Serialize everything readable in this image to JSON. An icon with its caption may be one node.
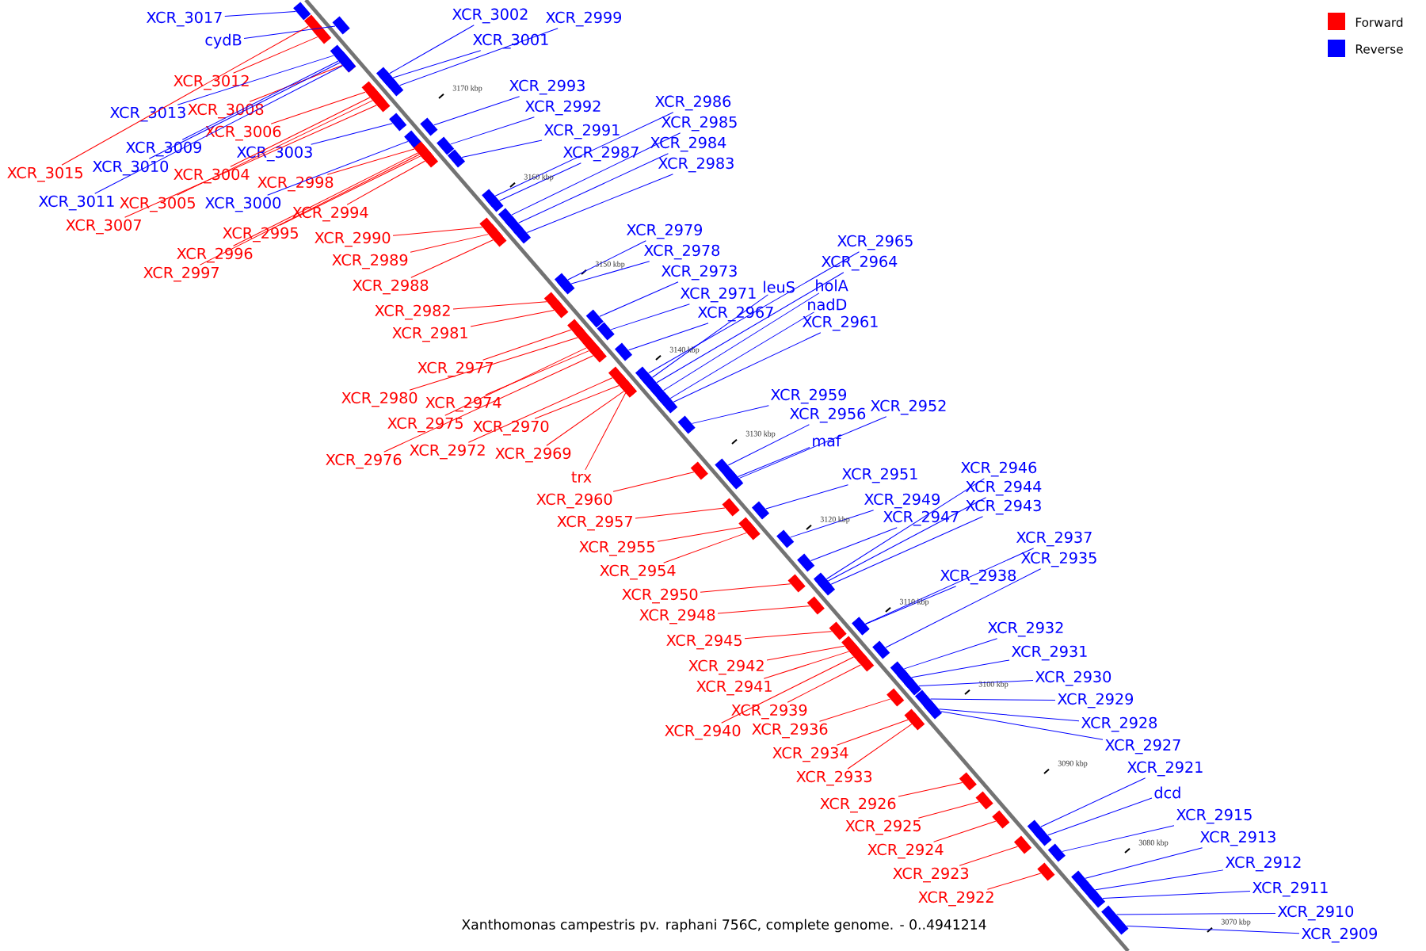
{
  "diagram": {
    "caption": "Xanthomonas campestris pv. raphani 756C, complete genome. - 0..4941214",
    "nodes": [
      {
        "text": [
          "XCR_3002"
        ]
      },
      {
        "text": [
          "XCR_2999"
        ]
      },
      {
        "text": [
          "XCR_3017"
        ]
      },
      {
        "text": [
          "cydB"
        ]
      },
      {
        "text": [
          "XCR_3001"
        ]
      },
      {
        "text": [
          "XCR_3012"
        ]
      },
      {
        "text": [
          "XCR_2993"
        ]
      },
      {
        "text": [
          "XCR_2986"
        ]
      },
      {
        "text": [
          "XCR_2992"
        ]
      },
      {
        "text": [
          "XCR_3008"
        ]
      },
      {
        "text": [
          "XCR_3013"
        ]
      },
      {
        "text": [
          "XCR_2985"
        ]
      },
      {
        "text": [
          "XCR_2991"
        ]
      },
      {
        "text": [
          "XCR_3006"
        ]
      },
      {
        "text": [
          "XCR_2984"
        ]
      },
      {
        "text": [
          "XCR_3009"
        ]
      },
      {
        "text": [
          "XCR_3003"
        ]
      },
      {
        "text": [
          "XCR_2987"
        ]
      },
      {
        "text": [
          "XCR_2983"
        ]
      },
      {
        "text": [
          "XCR_3010"
        ]
      },
      {
        "text": [
          "XCR_3015"
        ]
      },
      {
        "text": [
          "XCR_3004"
        ]
      },
      {
        "text": [
          "XCR_2998"
        ]
      },
      {
        "text": [
          "XCR_3011"
        ]
      },
      {
        "text": [
          "XCR_3005"
        ]
      },
      {
        "text": [
          "XCR_3000"
        ]
      },
      {
        "text": [
          "XCR_2994"
        ]
      },
      {
        "text": [
          "XCR_3007"
        ]
      },
      {
        "text": [
          "XCR_2979"
        ]
      },
      {
        "text": [
          "XCR_2995"
        ]
      },
      {
        "text": [
          "XCR_2990"
        ]
      },
      {
        "text": [
          "XCR_2965"
        ]
      },
      {
        "text": [
          "XCR_2978"
        ]
      },
      {
        "text": [
          "XCR_2996"
        ]
      },
      {
        "text": [
          "XCR_2989"
        ]
      },
      {
        "text": [
          "XCR_2964"
        ]
      },
      {
        "text": [
          "XCR_2973"
        ]
      },
      {
        "text": [
          "XCR_2997"
        ]
      },
      {
        "text": [
          "holA"
        ]
      },
      {
        "text": [
          "leuS"
        ]
      },
      {
        "text": [
          "XCR_2988"
        ]
      },
      {
        "text": [
          "XCR_2971"
        ]
      },
      {
        "text": [
          "nadD"
        ]
      },
      {
        "text": [
          "XCR_2982"
        ]
      },
      {
        "text": [
          "XCR_2967"
        ]
      },
      {
        "text": [
          "XCR_2961"
        ]
      },
      {
        "text": [
          "XCR_2981"
        ]
      },
      {
        "text": [
          "XCR_2977"
        ]
      },
      {
        "text": [
          "XCR_2959"
        ]
      },
      {
        "text": [
          "XCR_2980"
        ]
      },
      {
        "text": [
          "XCR_2974"
        ]
      },
      {
        "text": [
          "XCR_2952"
        ]
      },
      {
        "text": [
          "XCR_2956"
        ]
      },
      {
        "text": [
          "XCR_2975"
        ]
      },
      {
        "text": [
          "XCR_2970"
        ]
      },
      {
        "text": [
          "maf"
        ]
      },
      {
        "text": [
          "XCR_2972"
        ]
      },
      {
        "text": [
          "XCR_2969"
        ]
      },
      {
        "text": [
          "XCR_2976"
        ]
      },
      {
        "text": [
          "XCR_2946"
        ]
      },
      {
        "text": [
          "XCR_2951"
        ]
      },
      {
        "text": [
          "trx"
        ]
      },
      {
        "text": [
          "XCR_2944"
        ]
      },
      {
        "text": [
          "XCR_2960"
        ]
      },
      {
        "text": [
          "XCR_2949"
        ]
      },
      {
        "text": [
          "XCR_2943"
        ]
      },
      {
        "text": [
          "XCR_2947"
        ]
      },
      {
        "text": [
          "XCR_2957"
        ]
      },
      {
        "text": [
          "XCR_2937"
        ]
      },
      {
        "text": [
          "XCR_2955"
        ]
      },
      {
        "text": [
          "XCR_2935"
        ]
      },
      {
        "text": [
          "XCR_2954"
        ]
      },
      {
        "text": [
          "XCR_2938"
        ]
      },
      {
        "text": [
          "XCR_2950"
        ]
      },
      {
        "text": [
          "XCR_2948"
        ]
      },
      {
        "text": [
          "XCR_2932"
        ]
      },
      {
        "text": [
          "XCR_2945"
        ]
      },
      {
        "text": [
          "XCR_2931"
        ]
      },
      {
        "text": [
          "XCR_2942"
        ]
      },
      {
        "text": [
          "XCR_2930"
        ]
      },
      {
        "text": [
          "XCR_2941"
        ]
      },
      {
        "text": [
          "XCR_2929"
        ]
      },
      {
        "text": [
          "XCR_2939"
        ]
      },
      {
        "text": [
          "XCR_2928"
        ]
      },
      {
        "text": [
          "XCR_2936"
        ]
      },
      {
        "text": [
          "XCR_2940"
        ]
      },
      {
        "text": [
          "XCR_2927"
        ]
      },
      {
        "text": [
          "XCR_2934"
        ]
      },
      {
        "text": [
          "XCR_2921"
        ]
      },
      {
        "text": [
          "XCR_2933"
        ]
      },
      {
        "text": [
          "dcd"
        ]
      },
      {
        "text": [
          "XCR_2926"
        ]
      },
      {
        "text": [
          "XCR_2915"
        ]
      },
      {
        "text": [
          "XCR_2925"
        ]
      },
      {
        "text": [
          "XCR_2913"
        ]
      },
      {
        "text": [
          "XCR_2924"
        ]
      },
      {
        "text": [
          "XCR_2912"
        ]
      },
      {
        "text": [
          "XCR_2923"
        ]
      },
      {
        "text": [
          "XCR_2911"
        ]
      },
      {
        "text": [
          "XCR_2922"
        ]
      },
      {
        "text": [
          "XCR_2910"
        ]
      },
      {
        "text": [
          "XCR_2909"
        ]
      },
      {
        "text": [],
        "shape": "bar"
      },
      {
        "text": [],
        "shape": "bar"
      },
      {
        "text": [],
        "shape": "bar"
      },
      {
        "text": [],
        "shape": "bar"
      },
      {
        "text": [],
        "shape": "bar"
      },
      {
        "text": [],
        "shape": "bar"
      },
      {
        "text": [],
        "shape": "bar"
      },
      {
        "text": [],
        "shape": "bar"
      },
      {
        "text": [],
        "shape": "bar"
      },
      {
        "text": [],
        "shape": "bar"
      },
      {
        "text": [],
        "shape": "bar"
      },
      {
        "text": [],
        "shape": "bar"
      },
      {
        "text": [],
        "shape": "bar"
      },
      {
        "text": [],
        "shape": "bar"
      },
      {
        "text": [],
        "shape": "bar"
      },
      {
        "text": [],
        "shape": "bar"
      },
      {
        "text": [],
        "shape": "bar"
      },
      {
        "text": [],
        "shape": "bar"
      },
      {
        "text": [],
        "shape": "bar"
      },
      {
        "text": [],
        "shape": "bar"
      },
      {
        "text": [],
        "shape": "bar"
      },
      {
        "text": [],
        "shape": "bar"
      },
      {
        "text": [],
        "shape": "bar"
      },
      {
        "text": [],
        "shape": "bar"
      },
      {
        "text": [],
        "shape": "bar"
      },
      {
        "text": [],
        "shape": "bar"
      },
      {
        "text": [],
        "shape": "bar"
      },
      {
        "text": [],
        "shape": "bar"
      },
      {
        "text": [],
        "shape": "bar"
      },
      {
        "text": [],
        "shape": "bar"
      },
      {
        "text": [],
        "shape": "bar"
      },
      {
        "text": [],
        "shape": "bar"
      },
      {
        "text": [],
        "shape": "bar"
      },
      {
        "text": [],
        "shape": "bar"
      },
      {
        "text": [],
        "shape": "bar"
      },
      {
        "text": [],
        "shape": "bar"
      },
      {
        "text": [],
        "shape": "bar"
      },
      {
        "text": [],
        "shape": "bar"
      },
      {
        "text": [],
        "shape": "bar"
      },
      {
        "text": [],
        "shape": "bar"
      },
      {
        "text": [],
        "shape": "bar"
      },
      {
        "text": [],
        "shape": "bar"
      },
      {
        "text": [],
        "shape": "bar"
      },
      {
        "text": [],
        "shape": "bar"
      },
      {
        "text": [],
        "shape": "bar"
      },
      {
        "text": [],
        "shape": "bar"
      },
      {
        "text": [],
        "shape": "bar"
      },
      {
        "text": [],
        "shape": "bar"
      },
      {
        "text": [],
        "shape": "bar"
      },
      {
        "text": [],
        "shape": "bar"
      },
      {
        "text": [],
        "shape": "bar"
      },
      {
        "text": [],
        "shape": "bar"
      },
      {
        "text": [],
        "shape": "bar"
      },
      {
        "text": [],
        "shape": "bar"
      },
      {
        "text": [],
        "shape": "bar"
      },
      {
        "text": [],
        "shape": "bar"
      },
      {
        "text": [],
        "shape": "bar"
      },
      {
        "text": [],
        "shape": "bar"
      },
      {
        "text": [],
        "shape": "bar"
      },
      {
        "text": [],
        "shape": "bar"
      },
      {
        "text": [],
        "shape": "bar"
      },
      {
        "text": [],
        "shape": "bar"
      },
      {
        "text": [],
        "shape": "bar"
      },
      {
        "text": [],
        "shape": "bar"
      },
      {
        "text": [],
        "shape": "bar"
      },
      {
        "text": [],
        "shape": "bar"
      },
      {
        "text": [],
        "shape": "bar"
      },
      {
        "text": [],
        "shape": "bar"
      },
      {
        "text": [],
        "shape": "bar"
      },
      {
        "text": [],
        "shape": "bar"
      },
      {
        "text": [],
        "shape": "bar"
      },
      {
        "text": [],
        "shape": "bar"
      },
      {
        "text": [],
        "shape": "bar"
      },
      {
        "text": [],
        "shape": "bar"
      },
      {
        "text": [],
        "shape": "bar"
      },
      {
        "text": [],
        "shape": "bar"
      },
      {
        "text": [],
        "shape": "bar"
      },
      {
        "text": [],
        "shape": "bar"
      },
      {
        "text": [],
        "shape": "bar"
      },
      {
        "text": [],
        "shape": "bar"
      },
      {
        "text": [],
        "shape": "bar"
      },
      {
        "text": [],
        "shape": "bar"
      },
      {
        "text": [],
        "shape": "bar"
      },
      {
        "text": [],
        "shape": "bar"
      },
      {
        "text": [],
        "shape": "bar"
      },
      {
        "text": [],
        "shape": "bar"
      },
      {
        "text": [],
        "shape": "bar"
      },
      {
        "text": [],
        "shape": "bar"
      },
      {
        "text": [],
        "shape": "bar"
      },
      {
        "text": [],
        "shape": "bar"
      },
      {
        "text": [],
        "shape": "bar"
      },
      {
        "text": [],
        "shape": "bar"
      },
      {
        "text": [],
        "shape": "bar"
      },
      {
        "text": [],
        "shape": "bar"
      },
      {
        "text": [],
        "shape": "bar"
      },
      {
        "text": [],
        "shape": "bar"
      },
      {
        "text": [],
        "shape": "bar"
      },
      {
        "text": [],
        "shape": "bar"
      },
      {
        "text": [],
        "shape": "bar"
      },
      {
        "text": [],
        "shape": "bar"
      },
      {
        "text": [],
        "shape": "bar"
      },
      {
        "text": [],
        "shape": "bar"
      }
    ],
    "edges": [
      {
        "from": 0,
        "to": 102,
        "arrow": "none"
      },
      {
        "from": 1,
        "to": 103,
        "arrow": "none"
      },
      {
        "from": 2,
        "to": 104,
        "arrow": "none"
      },
      {
        "from": 3,
        "to": 105,
        "arrow": "none"
      },
      {
        "from": 4,
        "to": 106,
        "arrow": "none"
      },
      {
        "from": 5,
        "to": 107,
        "arrow": "none",
        "color": "#ff0000"
      },
      {
        "from": 6,
        "to": 108,
        "arrow": "none"
      },
      {
        "from": 7,
        "to": 109,
        "arrow": "none"
      },
      {
        "from": 8,
        "to": 110,
        "arrow": "none"
      },
      {
        "from": 9,
        "to": 111,
        "arrow": "none",
        "color": "#ff0000"
      },
      {
        "from": 10,
        "to": 112,
        "arrow": "none"
      },
      {
        "from": 11,
        "to": 113,
        "arrow": "none"
      },
      {
        "from": 12,
        "to": 114,
        "arrow": "none"
      },
      {
        "from": 13,
        "to": 115,
        "arrow": "none",
        "color": "#ff0000"
      },
      {
        "from": 14,
        "to": 116,
        "arrow": "none"
      },
      {
        "from": 15,
        "to": 117,
        "arrow": "none"
      },
      {
        "from": 16,
        "to": 118,
        "arrow": "none"
      },
      {
        "from": 17,
        "to": 119,
        "arrow": "none"
      },
      {
        "from": 18,
        "to": 120,
        "arrow": "none"
      },
      {
        "from": 19,
        "to": 121,
        "arrow": "none"
      },
      {
        "from": 20,
        "to": 122,
        "arrow": "none",
        "color": "#ff0000"
      },
      {
        "from": 21,
        "to": 123,
        "arrow": "none",
        "color": "#ff0000"
      },
      {
        "from": 22,
        "to": 124,
        "arrow": "none",
        "color": "#ff0000"
      },
      {
        "from": 23,
        "to": 125,
        "arrow": "none"
      },
      {
        "from": 24,
        "to": 126,
        "arrow": "none",
        "color": "#ff0000"
      },
      {
        "from": 25,
        "to": 127,
        "arrow": "none"
      },
      {
        "from": 26,
        "to": 128,
        "arrow": "none",
        "color": "#ff0000"
      },
      {
        "from": 27,
        "to": 129,
        "arrow": "none",
        "color": "#ff0000"
      },
      {
        "from": 28,
        "to": 130,
        "arrow": "none"
      },
      {
        "from": 29,
        "to": 131,
        "arrow": "none",
        "color": "#ff0000"
      },
      {
        "from": 30,
        "to": 132,
        "arrow": "none",
        "color": "#ff0000"
      },
      {
        "from": 31,
        "to": 133,
        "arrow": "none"
      },
      {
        "from": 32,
        "to": 134,
        "arrow": "none"
      },
      {
        "from": 33,
        "to": 135,
        "arrow": "none",
        "color": "#ff0000"
      },
      {
        "from": 34,
        "to": 136,
        "arrow": "none",
        "color": "#ff0000"
      },
      {
        "from": 35,
        "to": 137,
        "arrow": "none"
      },
      {
        "from": 36,
        "to": 138,
        "arrow": "none"
      },
      {
        "from": 37,
        "to": 139,
        "arrow": "none",
        "color": "#ff0000"
      },
      {
        "from": 38,
        "to": 140,
        "arrow": "none"
      },
      {
        "from": 39,
        "to": 141,
        "arrow": "none"
      },
      {
        "from": 40,
        "to": 142,
        "arrow": "none",
        "color": "#ff0000"
      },
      {
        "from": 41,
        "to": 143,
        "arrow": "none"
      },
      {
        "from": 42,
        "to": 144,
        "arrow": "none"
      },
      {
        "from": 43,
        "to": 145,
        "arrow": "none",
        "color": "#ff0000"
      },
      {
        "from": 44,
        "to": 146,
        "arrow": "none"
      },
      {
        "from": 45,
        "to": 147,
        "arrow": "none"
      },
      {
        "from": 46,
        "to": 148,
        "arrow": "none",
        "color": "#ff0000"
      },
      {
        "from": 47,
        "to": 149,
        "arrow": "none",
        "color": "#ff0000"
      },
      {
        "from": 48,
        "to": 150,
        "arrow": "none"
      },
      {
        "from": 49,
        "to": 151,
        "arrow": "none",
        "color": "#ff0000"
      },
      {
        "from": 50,
        "to": 152,
        "arrow": "none",
        "color": "#ff0000"
      },
      {
        "from": 51,
        "to": 153,
        "arrow": "none"
      },
      {
        "from": 52,
        "to": 154,
        "arrow": "none"
      },
      {
        "from": 53,
        "to": 155,
        "arrow": "none",
        "color": "#ff0000"
      },
      {
        "from": 54,
        "to": 156,
        "arrow": "none",
        "color": "#ff0000"
      },
      {
        "from": 55,
        "to": 157,
        "arrow": "none"
      },
      {
        "from": 56,
        "to": 158,
        "arrow": "none",
        "color": "#ff0000"
      },
      {
        "from": 57,
        "to": 159,
        "arrow": "none",
        "color": "#ff0000"
      },
      {
        "from": 58,
        "to": 160,
        "arrow": "none",
        "color": "#ff0000"
      },
      {
        "from": 59,
        "to": 161,
        "arrow": "none"
      },
      {
        "from": 60,
        "to": 162,
        "arrow": "none"
      },
      {
        "from": 61,
        "to": 163,
        "arrow": "none",
        "color": "#ff0000"
      },
      {
        "from": 62,
        "to": 164,
        "arrow": "none"
      },
      {
        "from": 63,
        "to": 165,
        "arrow": "none",
        "color": "#ff0000"
      },
      {
        "from": 64,
        "to": 166,
        "arrow": "none"
      },
      {
        "from": 65,
        "to": 167,
        "arrow": "none"
      },
      {
        "from": 66,
        "to": 168,
        "arrow": "none"
      },
      {
        "from": 67,
        "to": 169,
        "arrow": "none",
        "color": "#ff0000"
      },
      {
        "from": 68,
        "to": 170,
        "arrow": "none"
      },
      {
        "from": 69,
        "to": 171,
        "arrow": "none",
        "color": "#ff0000"
      },
      {
        "from": 70,
        "to": 172,
        "arrow": "none"
      },
      {
        "from": 71,
        "to": 173,
        "arrow": "none",
        "color": "#ff0000"
      },
      {
        "from": 72,
        "to": 174,
        "arrow": "none"
      },
      {
        "from": 73,
        "to": 175,
        "arrow": "none",
        "color": "#ff0000"
      },
      {
        "from": 74,
        "to": 176,
        "arrow": "none",
        "color": "#ff0000"
      },
      {
        "from": 75,
        "to": 177,
        "arrow": "none"
      },
      {
        "from": 76,
        "to": 178,
        "arrow": "none",
        "color": "#ff0000"
      },
      {
        "from": 77,
        "to": 179,
        "arrow": "none"
      },
      {
        "from": 78,
        "to": 180,
        "arrow": "none",
        "color": "#ff0000"
      },
      {
        "from": 79,
        "to": 181,
        "arrow": "none"
      },
      {
        "from": 80,
        "to": 182,
        "arrow": "none",
        "color": "#ff0000"
      },
      {
        "from": 81,
        "to": 183,
        "arrow": "none"
      },
      {
        "from": 82,
        "to": 184,
        "arrow": "none",
        "color": "#ff0000"
      },
      {
        "from": 83,
        "to": 185,
        "arrow": "none"
      },
      {
        "from": 84,
        "to": 186,
        "arrow": "none",
        "color": "#ff0000"
      },
      {
        "from": 85,
        "to": 187,
        "arrow": "none",
        "color": "#ff0000"
      },
      {
        "from": 86,
        "to": 188,
        "arrow": "none"
      },
      {
        "from": 87,
        "to": 189,
        "arrow": "none",
        "color": "#ff0000"
      },
      {
        "from": 88,
        "to": 190,
        "arrow": "none"
      },
      {
        "from": 89,
        "to": 191,
        "arrow": "none",
        "color": "#ff0000"
      },
      {
        "from": 90,
        "to": 192,
        "arrow": "none"
      },
      {
        "from": 91,
        "to": 193,
        "arrow": "none",
        "color": "#ff0000"
      },
      {
        "from": 92,
        "to": 194,
        "arrow": "none"
      },
      {
        "from": 93,
        "to": 195,
        "arrow": "none",
        "color": "#ff0000"
      },
      {
        "from": 94,
        "to": 196,
        "arrow": "none"
      },
      {
        "from": 95,
        "to": 197,
        "arrow": "none",
        "color": "#ff0000"
      },
      {
        "from": 96,
        "to": 198,
        "arrow": "none"
      },
      {
        "from": 97,
        "to": 199,
        "arrow": "none",
        "color": "#ff0000"
      },
      {
        "from": 98,
        "to": 200,
        "arrow": "none"
      },
      {
        "from": 99,
        "to": 201,
        "arrow": "none",
        "color": "#ff0000"
      },
      {
        "from": 100,
        "to": 202,
        "arrow": "none"
      },
      {
        "from": 101,
        "to": 203,
        "arrow": "none"
      }
    ],
    "labels": [
      "3170 kbp",
      "3160 kbp",
      "3150 kbp",
      "3140 kbp",
      "3130 kbp",
      "3120 kbp",
      "3110 kbp",
      "3100 kbp",
      "3090 kbp",
      "3080 kbp",
      "3070 kbp"
    ],
    "legend": [
      {
        "text": "Forward",
        "color": "#ff0000"
      },
      {
        "text": "Reverse",
        "color": "#0000ff"
      }
    ]
  }
}
